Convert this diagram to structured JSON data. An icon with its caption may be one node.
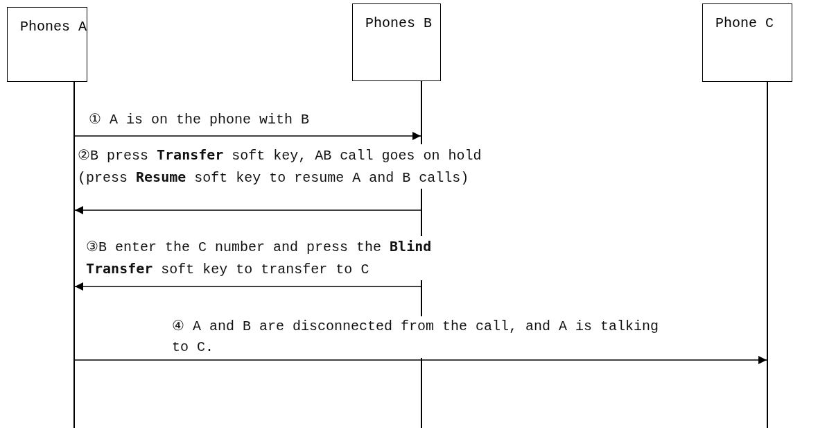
{
  "diagram": {
    "nodes": [
      {
        "text": [
          "Phones A"
        ]
      },
      {
        "text": [
          "Phones B"
        ]
      },
      {
        "text": [
          "Phone C"
        ]
      },
      {
        "text": [],
        "shape": "line"
      },
      {
        "text": [],
        "shape": "line"
      },
      {
        "text": [],
        "shape": "line"
      }
    ],
    "edges": [
      {
        "from": 3,
        "to": 4,
        "arrow": "to",
        "label": "① A is on the phone with B"
      },
      {
        "from": 4,
        "to": 3,
        "arrow": "to",
        "label": "②B press **Transfer** soft key, AB call goes on hold (press **Resume** soft key to resume A and B calls)"
      },
      {
        "from": 4,
        "to": 3,
        "arrow": "to",
        "label": "③B enter the C number and press the **Blind Transfer** soft key to transfer to C"
      },
      {
        "from": 3,
        "to": 5,
        "arrow": "to",
        "label": "④ A and B are disconnected from the call, and A is talking to C."
      }
    ]
  }
}
